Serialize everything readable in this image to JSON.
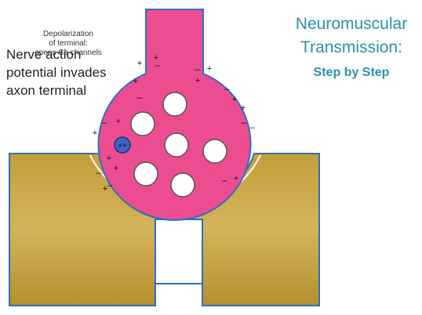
{
  "title": {
    "line1": "Neuromuscular",
    "line2": "Transmission:",
    "line3": "Step by Step"
  },
  "annotation": {
    "line1": "Depolarization",
    "line2": "of terminal:",
    "line3": "opens Ca channels"
  },
  "caption": {
    "line1": "Nerve action",
    "line2": "potential invades",
    "line3": "axon terminal"
  },
  "charges": {
    "plus": "+",
    "minus": "–",
    "calcium": "++"
  },
  "colors": {
    "terminal": "#ec4d91",
    "muscle": "#b48f2c",
    "muscle_light": "#d2b458",
    "vesicle": "#ffffff",
    "channel": "#3e64c8",
    "outline": "#2f6fc0",
    "title": "#2f8fa8"
  }
}
